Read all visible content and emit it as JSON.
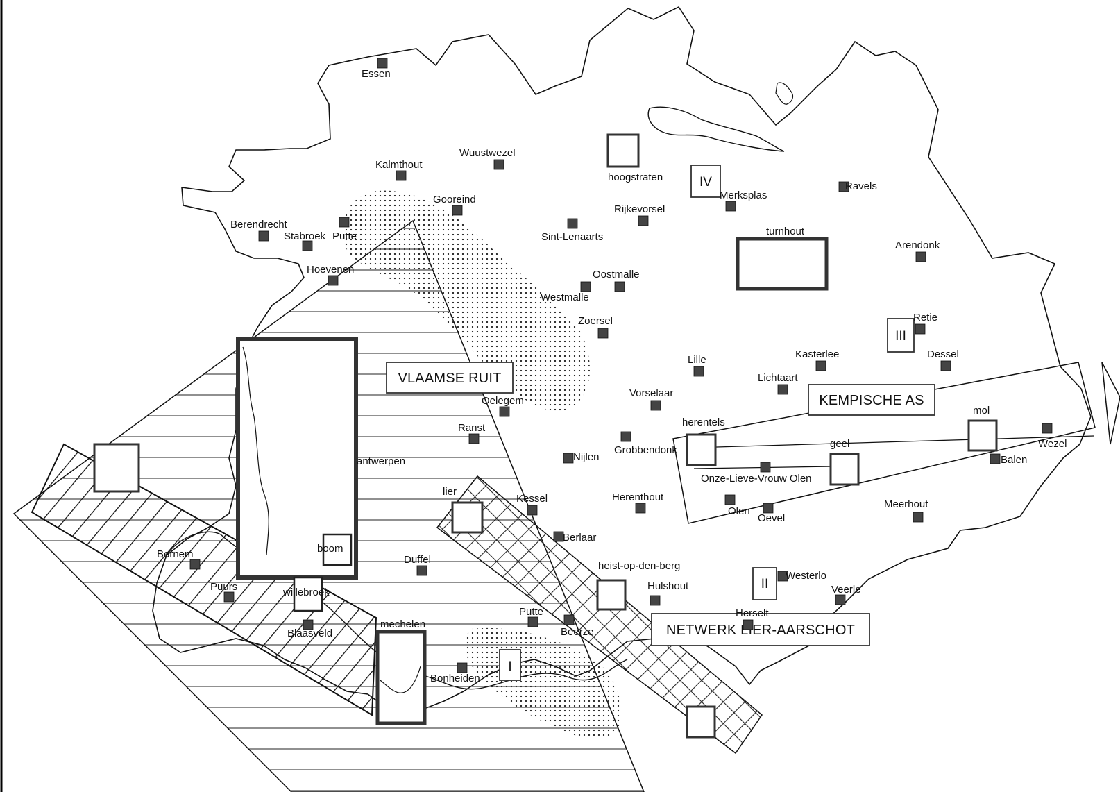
{
  "map": {
    "zones": {
      "vlaamse_ruit": "VLAAMSE RUIT",
      "kempische_as": "KEMPISCHE AS",
      "netwerk_lier_aarschot": "NETWERK LIER-AARSCHOT"
    },
    "roman_markers": [
      "I",
      "II",
      "III",
      "IV"
    ],
    "cities": [
      "antwerpen",
      "mechelen",
      "boom",
      "willebroek",
      "lier",
      "heist-op-den-berg",
      "turnhout",
      "hoogstraten",
      "herentels",
      "geel",
      "mol"
    ],
    "places": [
      "Essen",
      "Kalmthout",
      "Wuustwezel",
      "Gooreind",
      "Berendrecht",
      "Stabroek",
      "Putte",
      "Hoevenen",
      "Sint-Lenaarts",
      "Rijkevorsel",
      "Merksplas",
      "Ravels",
      "Arendonk",
      "Oostmalle",
      "Westmalle",
      "Zoersel",
      "Retie",
      "Dessel",
      "Kasterlee",
      "Lille",
      "Lichtaart",
      "Vorselaar",
      "Oelegem",
      "Ranst",
      "Grobbendonk",
      "Wezel",
      "Balen",
      "Onze-Lieve-Vrouw Olen",
      "Olen",
      "Oevel",
      "Meerhout",
      "Nijlen",
      "Kessel",
      "Herenthout",
      "Berlaar",
      "Bornem",
      "Puurs",
      "Duffel",
      "Hulshout",
      "Westerlo",
      "Veerle",
      "Herselt",
      "Putte",
      "Beerze",
      "Blaasveld",
      "Bonheiden"
    ]
  }
}
